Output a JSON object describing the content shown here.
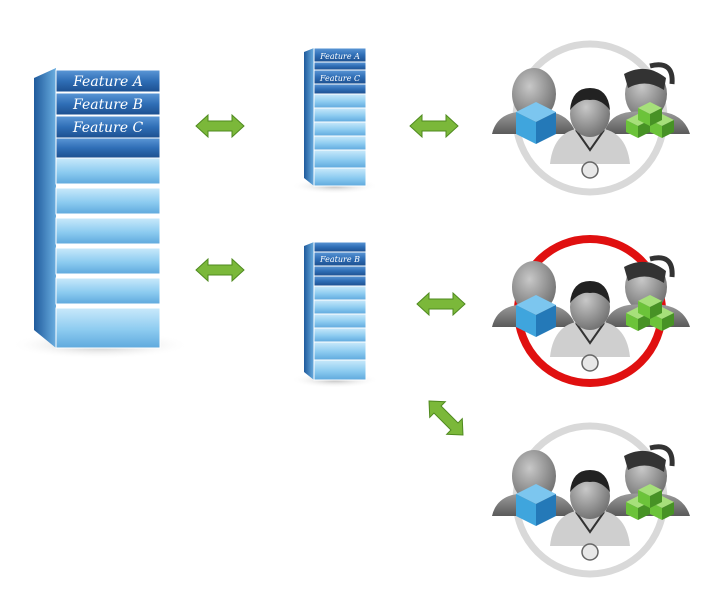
{
  "large_stack": {
    "features": [
      "Feature A",
      "Feature B",
      "Feature C"
    ]
  },
  "small_stack_top": {
    "features": [
      "Feature A",
      "Feature C"
    ]
  },
  "small_stack_bottom": {
    "features": [
      "Feature B"
    ]
  },
  "colors": {
    "dark_block": "#2f6eb6",
    "light_block": "#9fd3f3",
    "arrow": "#7bb83a",
    "ring_normal": "#d9d9d9",
    "ring_highlight": "#e01010",
    "cube_blue": "#3fa5dd",
    "cube_green": "#6cc33a",
    "person_body": "#8c8c8c"
  },
  "icons": [
    "double-arrow-icon",
    "user-group-icon",
    "server-stack-icon"
  ]
}
